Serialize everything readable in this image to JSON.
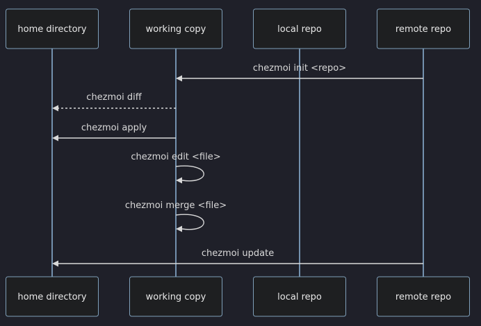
{
  "diagram": {
    "type": "sequence",
    "participants": [
      {
        "id": "home",
        "label": "home directory"
      },
      {
        "id": "working",
        "label": "working copy"
      },
      {
        "id": "local",
        "label": "local repo"
      },
      {
        "id": "remote",
        "label": "remote repo"
      }
    ],
    "messages": [
      {
        "from": "remote",
        "to": "working",
        "label": "chezmoi init <repo>",
        "style": "solid"
      },
      {
        "from": "working",
        "to": "home",
        "label": "chezmoi diff",
        "style": "dotted"
      },
      {
        "from": "working",
        "to": "home",
        "label": "chezmoi apply",
        "style": "solid"
      },
      {
        "from": "working",
        "to": "working",
        "label": "chezmoi edit <file>",
        "style": "solid"
      },
      {
        "from": "working",
        "to": "working",
        "label": "chezmoi merge <file>",
        "style": "solid"
      },
      {
        "from": "remote",
        "to": "home",
        "label": "chezmoi update",
        "style": "solid"
      }
    ]
  },
  "colors": {
    "background": "#1f2029",
    "box_fill": "#1e1f21",
    "box_border": "#7f9fb9",
    "lifeline": "#89aed0",
    "message": "#d9d9d9",
    "text": "#e8e8e8"
  }
}
